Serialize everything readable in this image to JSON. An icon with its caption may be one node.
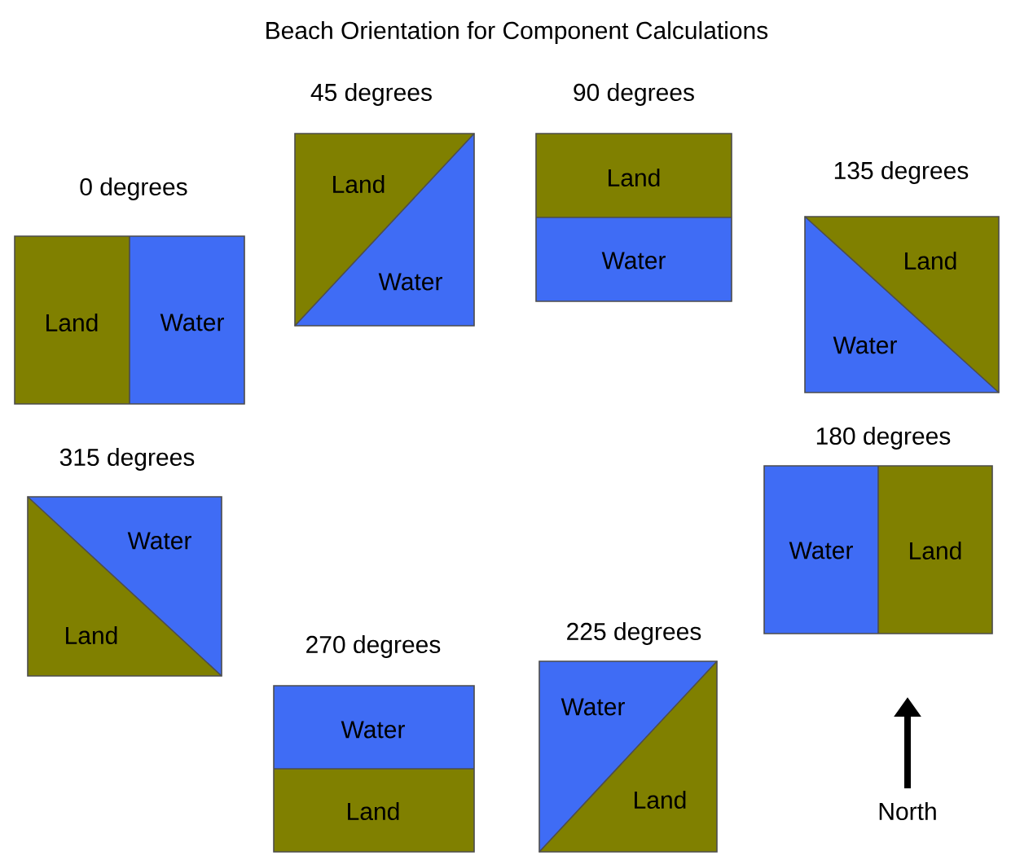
{
  "diagram": {
    "title": "Beach Orientation for Component Calculations",
    "nodes": [
      {
        "text": [
          "0 degrees",
          "Land",
          "Water"
        ]
      },
      {
        "text": [
          "45 degrees",
          "Land",
          "Water"
        ]
      },
      {
        "text": [
          "90 degrees",
          "Land",
          "Water"
        ]
      },
      {
        "text": [
          "135 degrees",
          "Land",
          "Water"
        ]
      },
      {
        "text": [
          "180 degrees",
          "Water",
          "Land"
        ]
      },
      {
        "text": [
          "225 degrees",
          "Water",
          "Land"
        ]
      },
      {
        "text": [
          "270 degrees",
          "Water",
          "Land"
        ]
      },
      {
        "text": [
          "315 degrees",
          "Water",
          "Land"
        ]
      }
    ],
    "labels": [
      "North"
    ]
  }
}
